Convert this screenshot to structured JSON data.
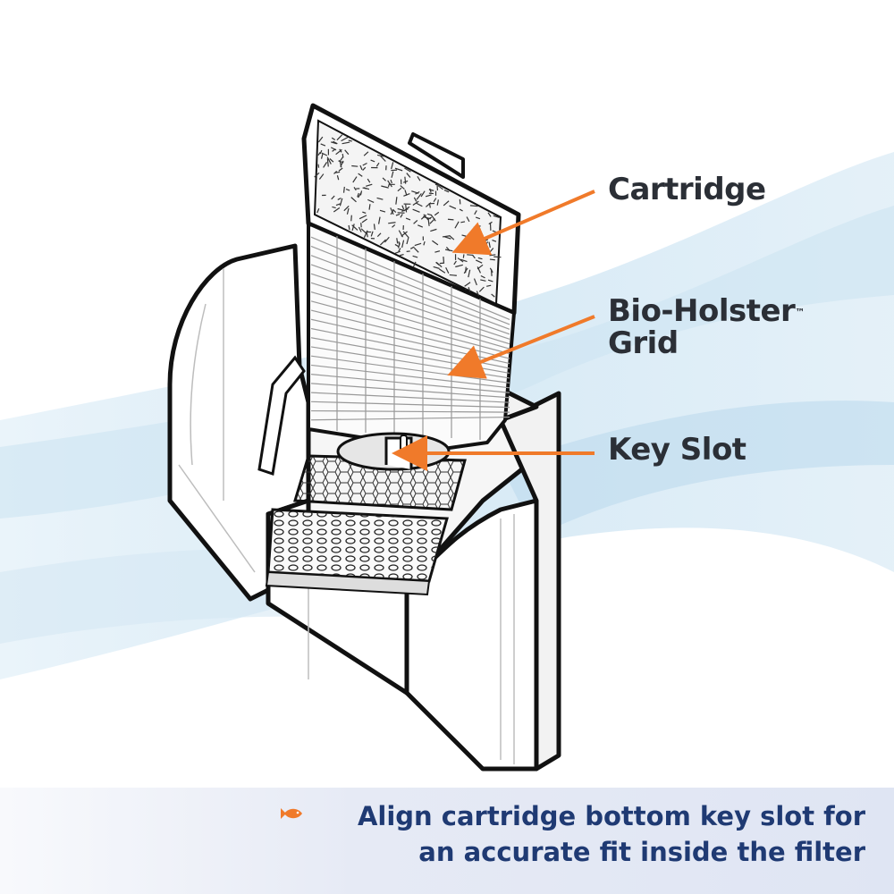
{
  "labels": {
    "cartridge": "Cartridge",
    "bio_holster": "Bio-Holster",
    "bio_holster_tm": "™",
    "grid": "Grid",
    "key_slot": "Key Slot"
  },
  "caption": {
    "line1": "Align cartridge bottom key slot for",
    "line2": "an accurate fit inside the filter"
  },
  "icons": [
    "fish-icon"
  ],
  "colors": {
    "arrow": "#f07a2a",
    "label_text": "#2b2f36",
    "caption_text": "#1f3a73",
    "water": "#a9cfe6",
    "banner": "#e6eaf5"
  }
}
